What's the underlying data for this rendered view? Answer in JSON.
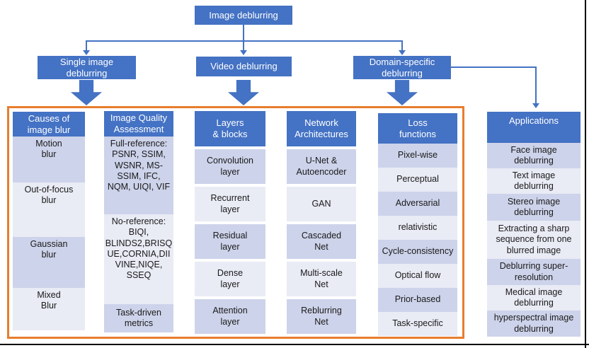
{
  "palette": {
    "accent_blue": "#4472C4",
    "row_dark": "#CDD3EA",
    "row_light": "#E9EBF5",
    "orange_border": "#E87D2E",
    "frame_black": "#000000"
  },
  "tree": {
    "root": "Image deblurring",
    "branches": [
      {
        "label": "Single image\ndeblurring"
      },
      {
        "label": "Video deblurring"
      },
      {
        "label": "Domain-specific\ndeblurring"
      }
    ]
  },
  "columns": [
    {
      "header": "Causes of\nimage blur",
      "rows": [
        {
          "label": "Motion\nblur"
        },
        {
          "label": "Out-of-focus\nblur"
        },
        {
          "label": "Gaussian\nblur"
        },
        {
          "label": "Mixed\nBlur"
        }
      ]
    },
    {
      "header": "Image Quality\nAssessment",
      "rows": [
        {
          "label": "Full-reference:\nPSNR, SSIM,\nWSNR, MS-\nSSIM, IFC,\nNQM, UIQI, VIF"
        },
        {
          "label": "No-reference:\nBIQI,\nBLINDS2,BRISQ\nUE,CORNIA,DII\nVINE,NIQE,\nSSEQ"
        },
        {
          "label": "Task-driven\nmetrics"
        }
      ]
    },
    {
      "header": "Layers\n& blocks",
      "rows": [
        {
          "label": "Convolution\nlayer"
        },
        {
          "label": "Recurrent\nlayer"
        },
        {
          "label": "Residual\nlayer"
        },
        {
          "label": "Dense\nlayer"
        },
        {
          "label": "Attention\nlayer"
        }
      ]
    },
    {
      "header": "Network\nArchitectures",
      "rows": [
        {
          "label": "U-Net &\nAutoencoder"
        },
        {
          "label": "GAN"
        },
        {
          "label": "Cascaded\nNet"
        },
        {
          "label": "Multi-scale\nNet"
        },
        {
          "label": "Reblurring\nNet"
        }
      ]
    },
    {
      "header": "Loss\nfunctions",
      "rows": [
        {
          "label": "Pixel-wise"
        },
        {
          "label": "Perceptual"
        },
        {
          "label": "Adversarial"
        },
        {
          "label": "relativistic"
        },
        {
          "label": "Cycle-consistency"
        },
        {
          "label": "Optical flow"
        },
        {
          "label": "Prior-based"
        },
        {
          "label": "Task-specific"
        }
      ]
    }
  ],
  "applications": {
    "header": "Applications",
    "rows": [
      {
        "label": "Face image\ndeblurring"
      },
      {
        "label": "Text image\ndeblurring"
      },
      {
        "label": "Stereo image\ndeblurring"
      },
      {
        "label": "Extracting a sharp\nsequence from one\nblurred image"
      },
      {
        "label": "Deblurring super-\nresolution"
      },
      {
        "label": "Medical image\ndeblurring"
      },
      {
        "label": "hyperspectral image\ndeblurring"
      }
    ]
  }
}
